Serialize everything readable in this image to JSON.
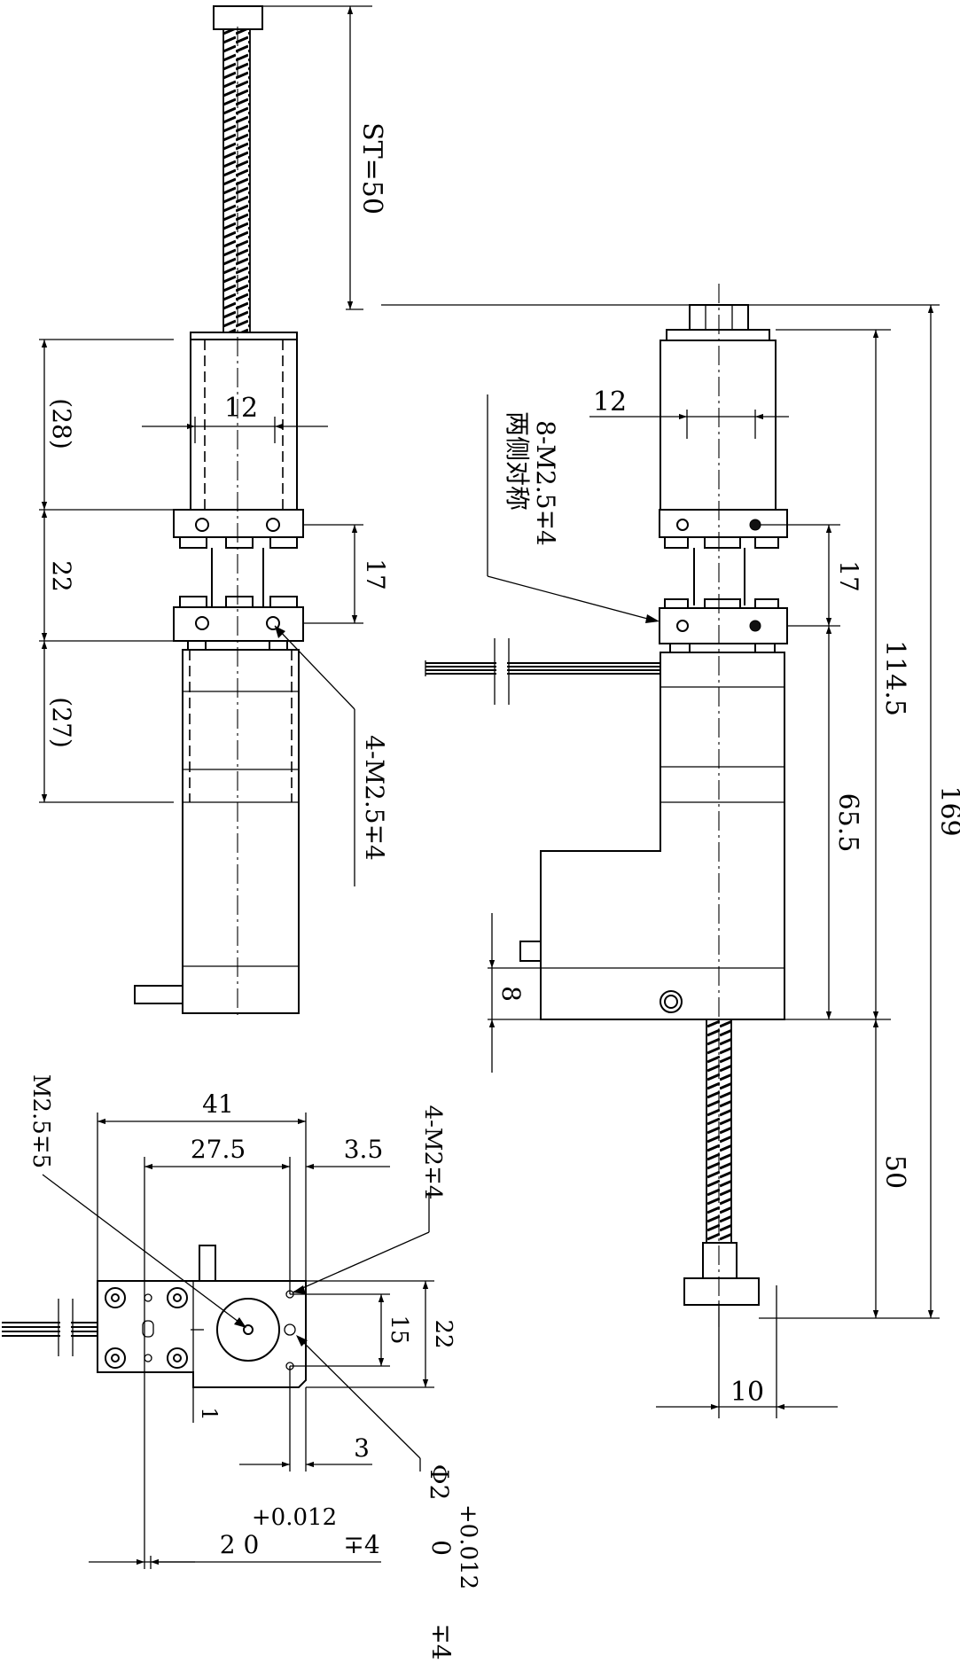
{
  "dimensions": {
    "top_stroke": "ST=50",
    "left_upper": "(28)",
    "left_middle": "22",
    "left_lower": "(27)",
    "left_motor_width": "12",
    "left_gap": "17",
    "left_thread": "4-M2.5∓4",
    "right_motor_width": "12",
    "right_thread_line1": "8-M2.5∓4",
    "right_thread_line2": "两侧对称",
    "right_gap": "17",
    "right_114": "114.5",
    "right_65": "65.5",
    "right_169": "169",
    "right_8": "8",
    "right_50": "50",
    "right_10": "10",
    "bottom_41": "41",
    "bottom_27_5": "27.5",
    "bottom_3_5": "3.5",
    "bottom_m2_5": "M2.5∓5",
    "bottom_4_m2": "4-M2∓4",
    "bottom_15": "15",
    "bottom_22": "22",
    "bottom_1": "1",
    "bottom_3": "3",
    "bottom_phi2": "Φ2",
    "bottom_tol_top": "+0.012",
    "bottom_tol_digits": "2 0",
    "bottom_tol_depth": "∓4",
    "bottom_tol_right": "+0.012",
    "bottom_tol_right_zero": "0",
    "bottom_tol_right_depth": "∓4"
  }
}
